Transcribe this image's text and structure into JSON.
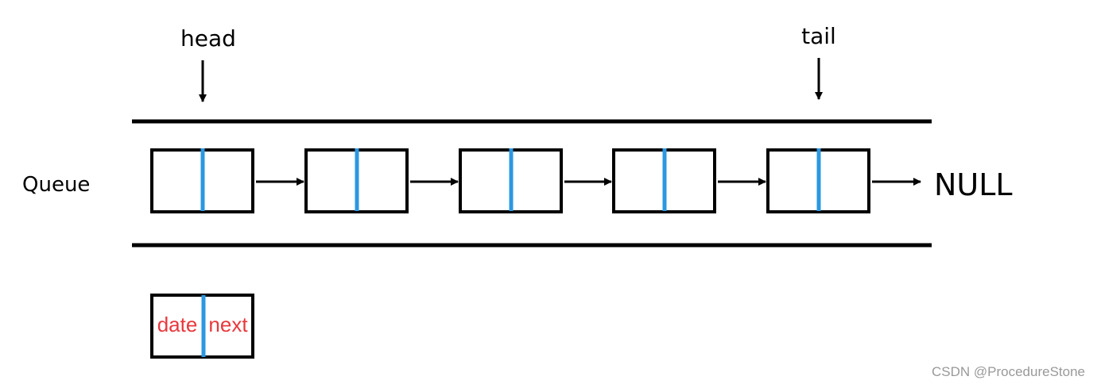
{
  "labels": {
    "head": "head",
    "tail": "tail",
    "queue": "Queue",
    "null": "NULL"
  },
  "queue_nodes_count": 5,
  "legend_node": {
    "left_field": "date",
    "right_field": "next"
  },
  "watermark": "CSDN @ProcedureStone",
  "colors": {
    "line": "#000000",
    "divider": "#2b98e1",
    "field_text": "#e8383d",
    "watermark": "#999999"
  }
}
